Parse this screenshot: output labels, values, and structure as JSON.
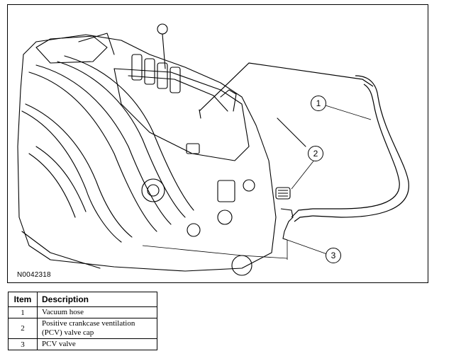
{
  "figure": {
    "id_label": "N0042318",
    "callouts": [
      "1",
      "2",
      "3"
    ]
  },
  "legend": {
    "headers": {
      "item": "Item",
      "description": "Description"
    },
    "rows": [
      {
        "item": "1",
        "description": "Vacuum hose"
      },
      {
        "item": "2",
        "description": "Positive crankcase ventilation (PCV) valve cap"
      },
      {
        "item": "3",
        "description": "PCV valve"
      }
    ]
  }
}
